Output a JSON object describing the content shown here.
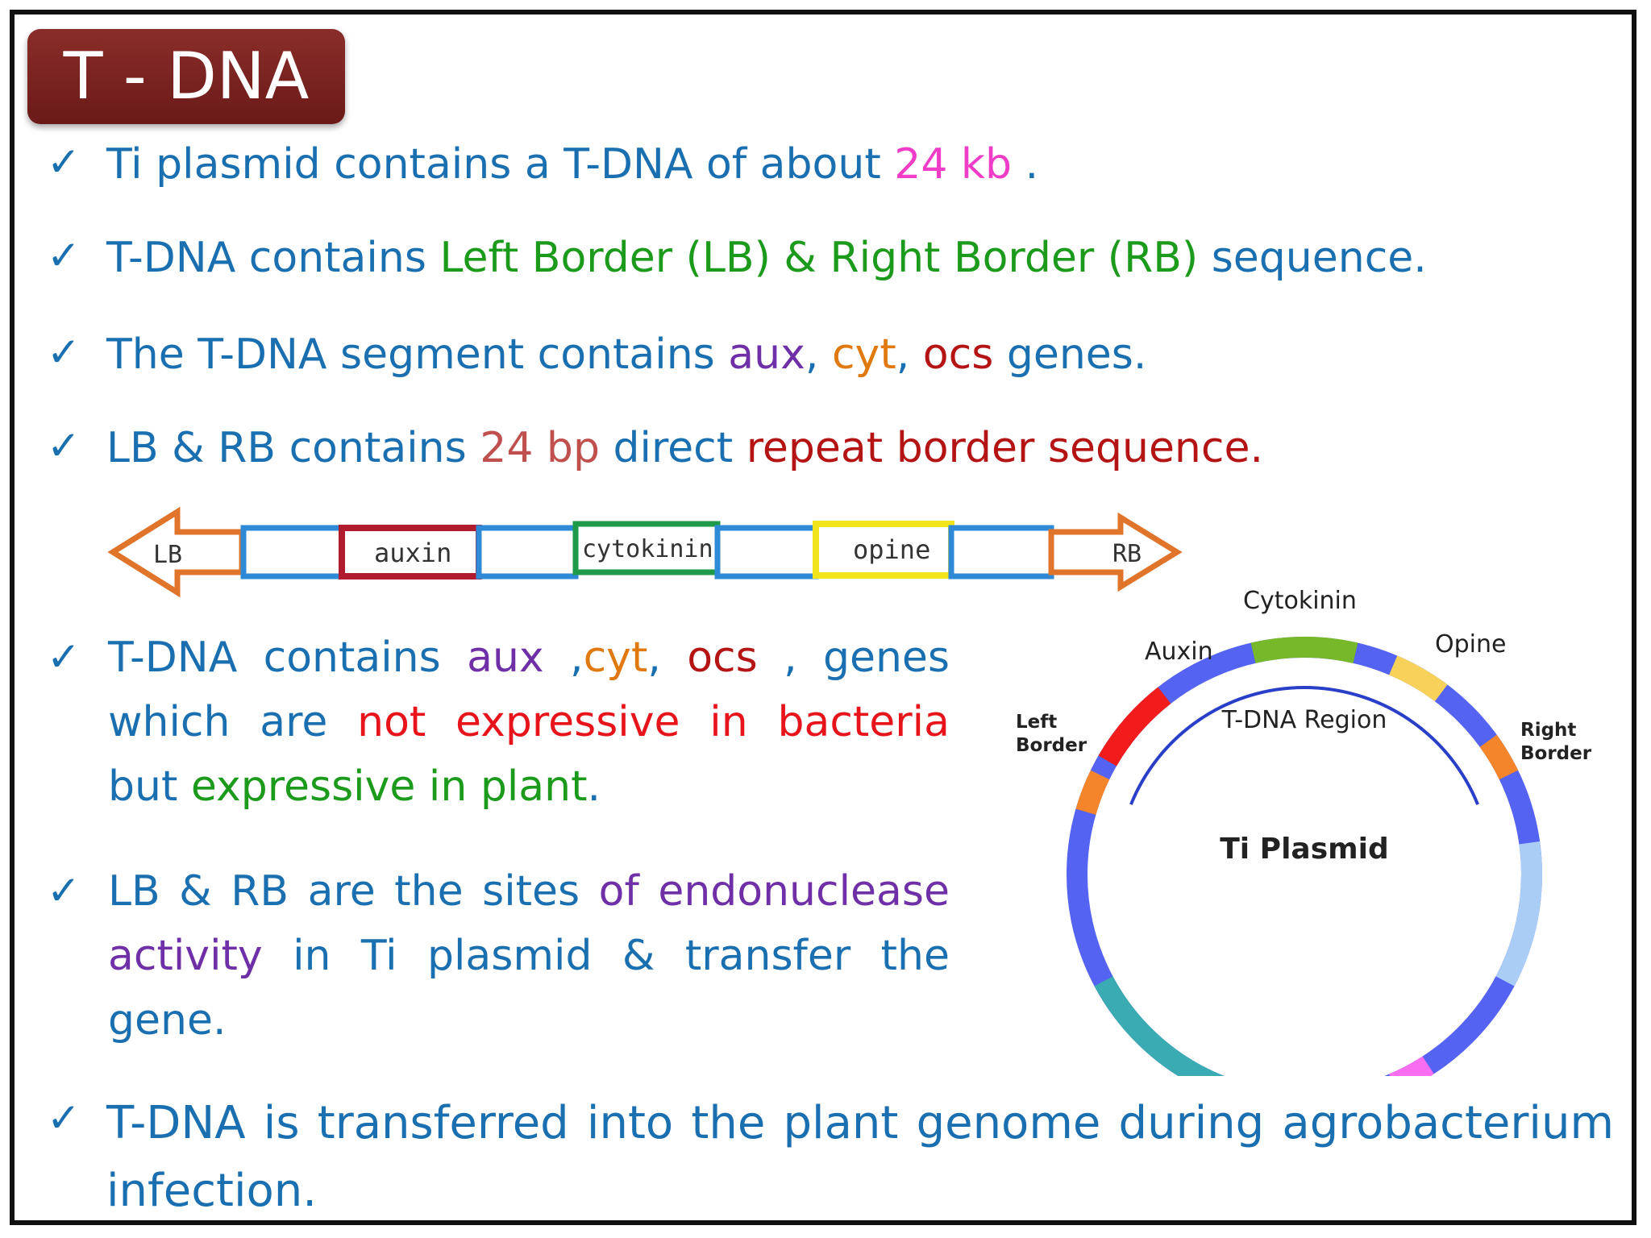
{
  "title": "T - DNA",
  "bullets": {
    "b1": {
      "p1": "Ti plasmid contains a T-DNA  of about ",
      "hl": "24 kb",
      "p2": " ."
    },
    "b2": {
      "p1": "T-DNA contains  ",
      "hl": "Left Border (LB) & Right Border (RB)",
      "p2": " sequence."
    },
    "b3": {
      "p1": "The T-DNA segment contains ",
      "aux": "aux",
      "c1": ", ",
      "cyt": "cyt",
      "c2": ", ",
      "ocs": "ocs",
      "p2": " genes."
    },
    "b4": {
      "p1": "LB & RB contains ",
      "bp": "24 bp",
      "p2": " direct ",
      "hl": "repeat border sequence."
    },
    "b5": {
      "p1": "T-DNA contains ",
      "aux": "aux",
      "c1": " ,",
      "cyt": "cyt",
      "c2": ", ",
      "ocs": "ocs",
      "p2": " , genes which are ",
      "not": "not expressive in bacteria",
      "p3": " but ",
      "exp": "expressive in plant",
      "p4": "."
    },
    "b6": {
      "p1": "LB & RB are the sites ",
      "endo": "of endonuclease activity",
      "p2": " in Ti plasmid & transfer the gene."
    },
    "b7": {
      "text": "T-DNA is transferred into the plant genome during agrobacterium infection."
    }
  },
  "linear_map": {
    "lb": "LB",
    "rb": "RB",
    "auxin": "auxin",
    "cytokinin": "cytokinin",
    "opine": "opine",
    "colors": {
      "arrow": "#e0742a",
      "spacer": "#2e8ad6",
      "auxin": "#b01c2e",
      "cytokinin": "#1e9a4a",
      "opine": "#f2e41a"
    }
  },
  "plasmid": {
    "name": "Ti Plasmid",
    "region": "T-DNA Region",
    "labels": {
      "auxin": "Auxin",
      "cytokinin": "Cytokinin",
      "opine": "Opine",
      "left_border_1": "Left",
      "left_border_2": "Border",
      "right_border_1": "Right",
      "right_border_2": "Border"
    },
    "colors": {
      "backbone": "#5563f2",
      "auxin": "#f21c1c",
      "cytokinin": "#76b82a",
      "opine": "#f8d15a",
      "border": "#f5852a",
      "light_blue": "#a9cdf5",
      "teal": "#3aaab3",
      "pink": "#f96ef0",
      "region_arc": "#2a3fc8"
    }
  }
}
